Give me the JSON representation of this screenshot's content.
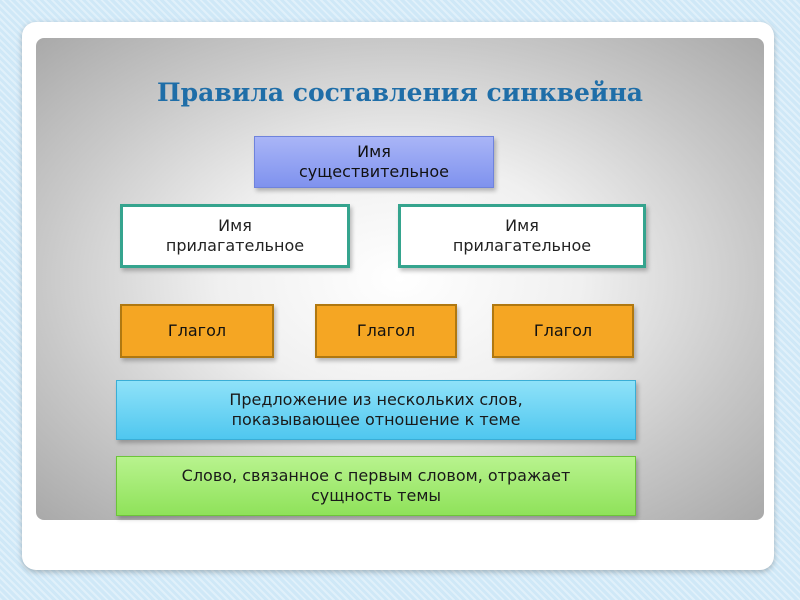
{
  "slide": {
    "title": "Правила составления синквейна",
    "noun": "Имя\nсуществительное",
    "adjectives": [
      "Имя\nприлагательное",
      "Имя\nприлагательное"
    ],
    "verbs": [
      "Глагол",
      "Глагол",
      "Глагол"
    ],
    "sentence": "Предложение из нескольких слов,\nпоказывающее отношение к теме",
    "synonym": "Слово, связанное с первым словом, отражает\nсущность темы"
  },
  "colors": {
    "title": "#1f6ea8",
    "noun_box": "#7f92ee",
    "adjective_border": "#35a48e",
    "verb_box": "#f5a623",
    "sentence_box": "#4fc7ef",
    "synonym_box": "#8fe25a"
  }
}
